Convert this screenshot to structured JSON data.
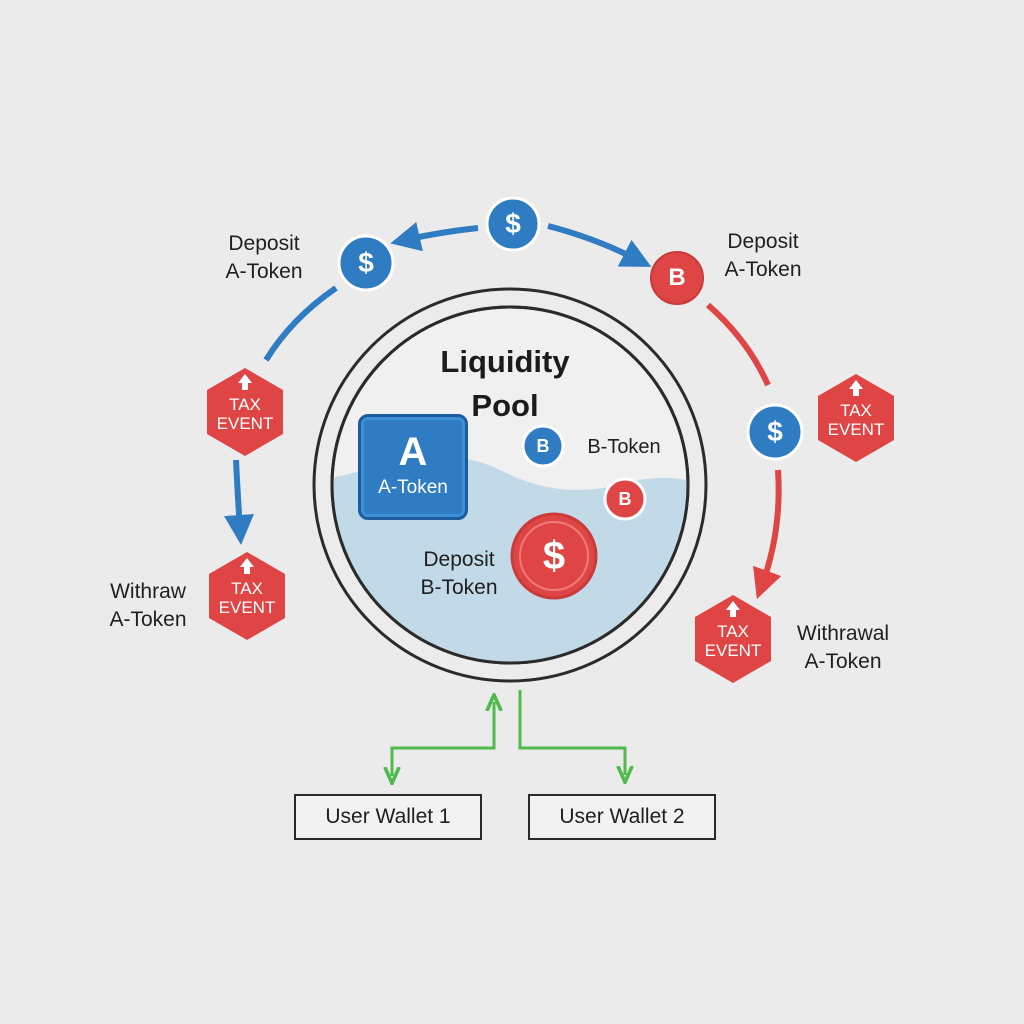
{
  "pool": {
    "title": "Liquidity\nPool",
    "a_token_letter": "A",
    "a_token_label": "A-Token",
    "b_token_label": "B-Token",
    "b_coin_letter": "B",
    "deposit_b_label": "Deposit\nB-Token",
    "dollar_symbol": "$"
  },
  "cycle": {
    "top_coin_symbol": "$",
    "left_coin_symbol": "$",
    "right_coin_letter": "B",
    "right_mid_coin_symbol": "$",
    "deposit_left_label": "Deposit\nA-Token",
    "deposit_right_label": "Deposit\nA-Token",
    "withdraw_left_label": "Withraw\nA-Token",
    "withdraw_right_label": "Withrawal\nA-Token"
  },
  "tax_events": [
    {
      "label": "TAX\nEVENT"
    },
    {
      "label": "TAX\nEVENT"
    },
    {
      "label": "TAX\nEVENT"
    },
    {
      "label": "TAX\nEVENT"
    }
  ],
  "wallets": [
    {
      "label": "User Wallet 1"
    },
    {
      "label": "User Wallet 2"
    }
  ],
  "colors": {
    "blue": "#2f7cc3",
    "red": "#e04545",
    "green": "#4fbb4a",
    "pool_water": "#c2d9e8"
  }
}
